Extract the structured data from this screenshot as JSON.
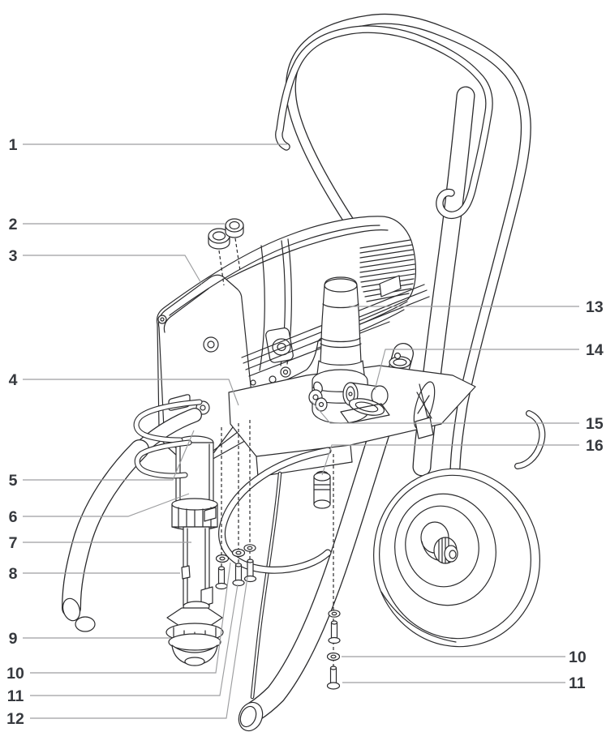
{
  "figure": {
    "kind": "exploded parts line-drawing",
    "subject": "airless paint sprayer on wheeled cart",
    "background_color": "#ffffff",
    "drawing_line_color": "#2b2b2d",
    "leader_line_color": "#9d9ea0",
    "label_color": "#36393e"
  },
  "callouts": {
    "left": [
      {
        "number": "1"
      },
      {
        "number": "2"
      },
      {
        "number": "3"
      },
      {
        "number": "4"
      },
      {
        "number": "5"
      },
      {
        "number": "6"
      },
      {
        "number": "7"
      },
      {
        "number": "8"
      },
      {
        "number": "9"
      },
      {
        "number": "10"
      },
      {
        "number": "11"
      },
      {
        "number": "12"
      }
    ],
    "right": [
      {
        "number": "13"
      },
      {
        "number": "14"
      },
      {
        "number": "15"
      },
      {
        "number": "16"
      },
      {
        "number": "10"
      },
      {
        "number": "11"
      }
    ]
  }
}
